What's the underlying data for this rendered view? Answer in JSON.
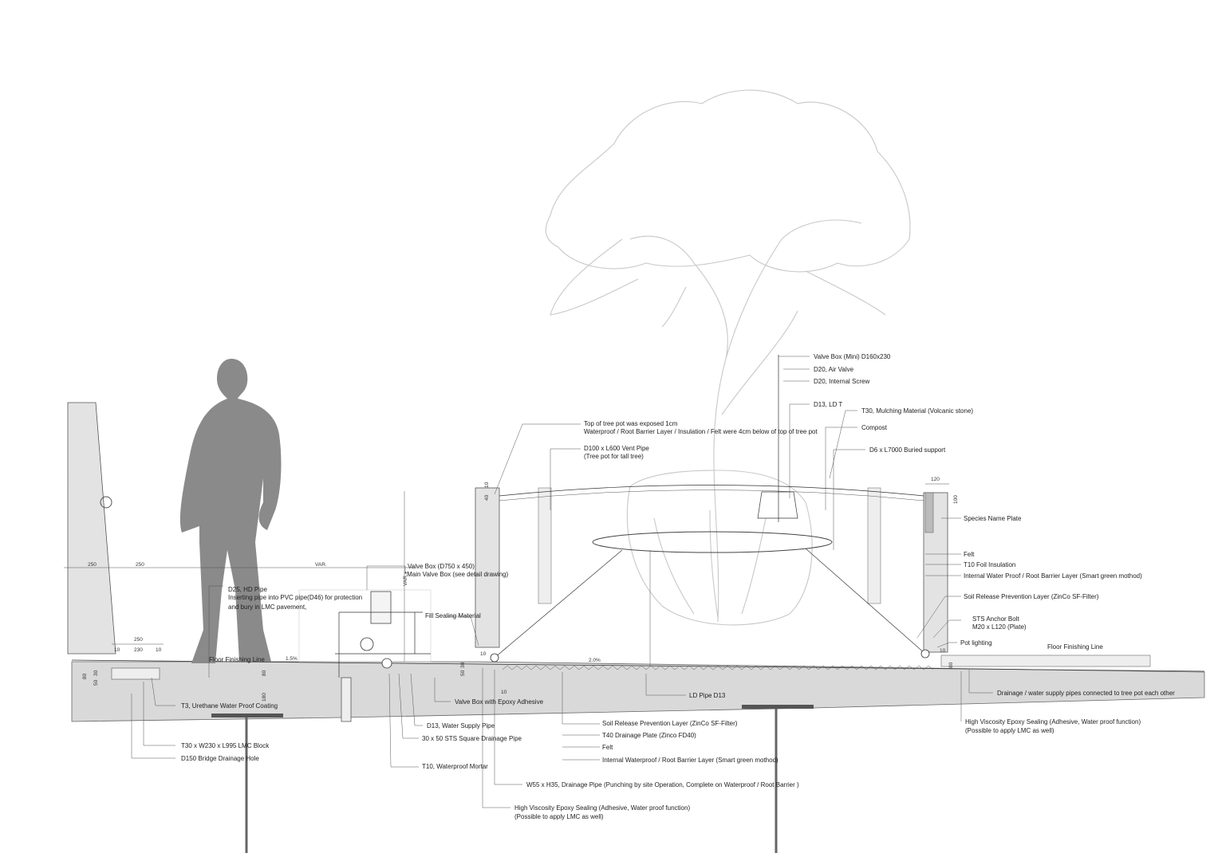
{
  "labels": {
    "valve_box_mini": "Valve Box (Mini) D160x230",
    "air_valve": "D20, Air Valve",
    "internal_screw": "D20, Internal Screw",
    "ld_t": "D13, LD T",
    "mulching": "T30, Mulching Material (Volcanic stone)",
    "compost": "Compost",
    "buried_support": "D6 x L7000 Buried support",
    "top_pot_1": "Top of tree pot was exposed 1cm",
    "top_pot_2": "Waterproof / Root Barrier Layer / Insulation / Felt were 4cm below of top of tree pot",
    "vent_pipe_1": "D100 x L600 Vent Pipe",
    "vent_pipe_2": "(Tree pot for tall tree)",
    "species_plate": "Species Name Plate",
    "felt_right": "Felt",
    "foil_insulation": "T10 Foil Insulation",
    "internal_wp_right": "Internal Water Proof / Root Barrier Layer (Smart green mothod)",
    "soil_release_right": "Soil Release Prevention Layer (ZinCo SF-Filter)",
    "anchor_bolt_1": "STS Anchor Bolt",
    "anchor_bolt_2": "M20 x L120 (Plate)",
    "pot_lighting": "Pot lighting",
    "floor_finishing_right": "Floor Finishing Line",
    "drainage_connected": "Drainage / water supply pipes connected to tree pot each other",
    "epoxy_right_1": "High Viscosity Epoxy Sealing (Adhesive, Water proof function)",
    "epoxy_right_2": "(Possible to apply LMC as well)",
    "valve_box_main_1": "Valve Box (D750 x 450)",
    "valve_box_main_2": "*Main Valve Box (see detail drawing)",
    "hd_pipe_1": "D25, HD Pipe",
    "hd_pipe_2": "Inserting pipe into PVC pipe(D46) for protection",
    "hd_pipe_3": "and  bury in LMC pavement,",
    "fill_sealing": "Fill Sealing Material",
    "floor_finishing_left": "Floor Finishing Line",
    "urethane": "T3, Urethane Water Proof Coating",
    "valve_box_epoxy": "Valve Box with Epoxy Adhesive",
    "ld_pipe": "LD Pipe D13",
    "water_supply": "D13, Water Supply Pipe",
    "sts_drainage": "30 x 50 STS Square Drainage Pipe",
    "lmc_block": "T30 x W230 x L995 LMC Block",
    "bridge_hole": "D150 Bridge Drainage Hole",
    "mortar": "T10, Waterproof Mortar",
    "soil_release_bottom": "Soil Release Prevention Layer (ZinCo SF-Filter)",
    "drainage_plate": "T40 Drainage Plate (Zinco FD40)",
    "felt_bottom": "Felt",
    "internal_wp_bottom": "Internal Waterproof / Root Barrier Layer (Smart green mothod)",
    "drainage_pipe": "W55 x H35, Drainage Pipe (Punching by site Operation, Complete on Waterproof / Root Barrier )",
    "epoxy_bottom_1": "High Viscosity Epoxy Sealing (Adhesive, Water proof function)",
    "epoxy_bottom_2": "(Possible to apply LMC as well)"
  },
  "dimensions": {
    "d250a": "250",
    "d250b": "250",
    "var_h": "VAR.",
    "var_v": "VAR.",
    "d250c": "250",
    "d10a": "10",
    "d230": "230",
    "d10b": "10",
    "d80a": "80",
    "d30": "30",
    "d50a": "50",
    "d80b": "80",
    "d180": "180",
    "d40": "40",
    "d10c": "10",
    "d10d": "10",
    "d50b": "50",
    "d30b": "30",
    "d10e": "10",
    "d120": "120",
    "d100": "100",
    "d10f": "10",
    "d80c": "80",
    "slope_left": "1.5%",
    "slope_mid": "2.0%"
  }
}
